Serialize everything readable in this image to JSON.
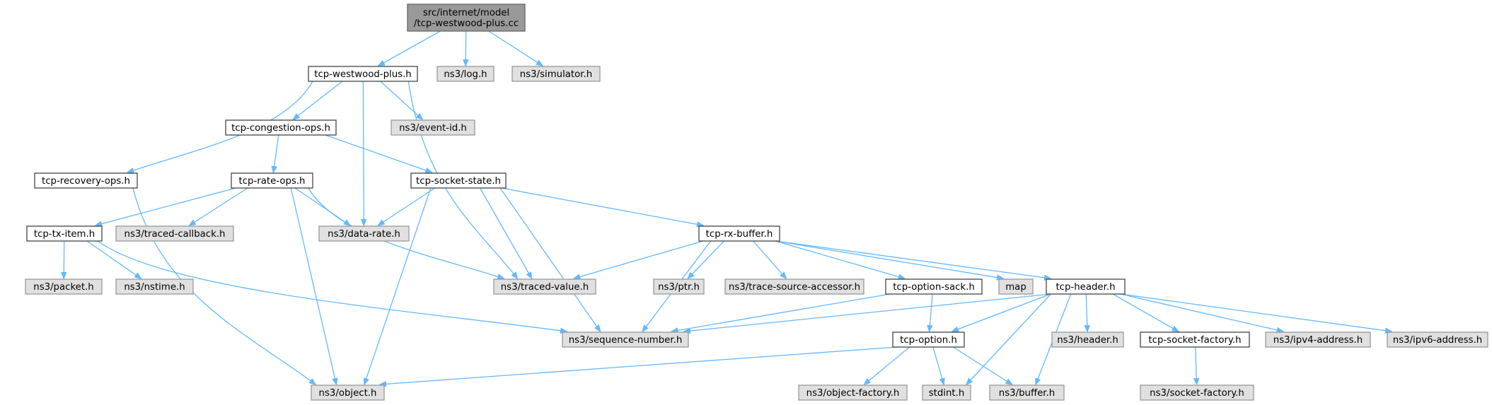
{
  "colors": {
    "edge": "#63b8ff",
    "root_fill": "#999999",
    "internal_fill": "#ffffff",
    "external_fill": "#e0e0e0"
  },
  "nodes": [
    {
      "id": "root",
      "kind": "root",
      "lines": [
        "src/internet/model",
        "/tcp-westwood-plus.cc"
      ]
    },
    {
      "id": "westwood",
      "kind": "internal",
      "lines": [
        "tcp-westwood-plus.h"
      ]
    },
    {
      "id": "log",
      "kind": "external",
      "lines": [
        "ns3/log.h"
      ]
    },
    {
      "id": "simulator",
      "kind": "external",
      "lines": [
        "ns3/simulator.h"
      ]
    },
    {
      "id": "congestion",
      "kind": "internal",
      "lines": [
        "tcp-congestion-ops.h"
      ]
    },
    {
      "id": "eventid",
      "kind": "external",
      "lines": [
        "ns3/event-id.h"
      ]
    },
    {
      "id": "recovery",
      "kind": "internal",
      "lines": [
        "tcp-recovery-ops.h"
      ]
    },
    {
      "id": "rateops",
      "kind": "internal",
      "lines": [
        "tcp-rate-ops.h"
      ]
    },
    {
      "id": "socketstate",
      "kind": "internal",
      "lines": [
        "tcp-socket-state.h"
      ]
    },
    {
      "id": "txitem",
      "kind": "internal",
      "lines": [
        "tcp-tx-item.h"
      ]
    },
    {
      "id": "tracedcallback",
      "kind": "external",
      "lines": [
        "ns3/traced-callback.h"
      ]
    },
    {
      "id": "datarate",
      "kind": "external",
      "lines": [
        "ns3/data-rate.h"
      ]
    },
    {
      "id": "rxbuffer",
      "kind": "internal",
      "lines": [
        "tcp-rx-buffer.h"
      ]
    },
    {
      "id": "packet",
      "kind": "external",
      "lines": [
        "ns3/packet.h"
      ]
    },
    {
      "id": "nstime",
      "kind": "external",
      "lines": [
        "ns3/nstime.h"
      ]
    },
    {
      "id": "tracedvalue",
      "kind": "external",
      "lines": [
        "ns3/traced-value.h"
      ]
    },
    {
      "id": "ptr",
      "kind": "external",
      "lines": [
        "ns3/ptr.h"
      ]
    },
    {
      "id": "tracesource",
      "kind": "external",
      "lines": [
        "ns3/trace-source-accessor.h"
      ]
    },
    {
      "id": "optsack",
      "kind": "internal",
      "lines": [
        "tcp-option-sack.h"
      ]
    },
    {
      "id": "map",
      "kind": "external",
      "lines": [
        "map"
      ]
    },
    {
      "id": "tcpheader",
      "kind": "internal",
      "lines": [
        "tcp-header.h"
      ]
    },
    {
      "id": "seqnum",
      "kind": "external",
      "lines": [
        "ns3/sequence-number.h"
      ]
    },
    {
      "id": "option",
      "kind": "internal",
      "lines": [
        "tcp-option.h"
      ]
    },
    {
      "id": "header",
      "kind": "external",
      "lines": [
        "ns3/header.h"
      ]
    },
    {
      "id": "socketfactory",
      "kind": "internal",
      "lines": [
        "tcp-socket-factory.h"
      ]
    },
    {
      "id": "ipv4",
      "kind": "external",
      "lines": [
        "ns3/ipv4-address.h"
      ]
    },
    {
      "id": "ipv6",
      "kind": "external",
      "lines": [
        "ns3/ipv6-address.h"
      ]
    },
    {
      "id": "ns3socketfactory",
      "kind": "external",
      "lines": [
        "ns3/socket-factory.h"
      ]
    },
    {
      "id": "object",
      "kind": "external",
      "lines": [
        "ns3/object.h"
      ]
    },
    {
      "id": "objectfactory",
      "kind": "external",
      "lines": [
        "ns3/object-factory.h"
      ]
    },
    {
      "id": "stdint",
      "kind": "external",
      "lines": [
        "stdint.h"
      ]
    },
    {
      "id": "buffer",
      "kind": "external",
      "lines": [
        "ns3/buffer.h"
      ]
    }
  ],
  "edges": [
    [
      "root",
      "westwood"
    ],
    [
      "root",
      "log"
    ],
    [
      "root",
      "simulator"
    ],
    [
      "westwood",
      "congestion"
    ],
    [
      "westwood",
      "eventid"
    ],
    [
      "westwood",
      "recovery"
    ],
    [
      "westwood",
      "datarate"
    ],
    [
      "westwood",
      "tracedvalue"
    ],
    [
      "congestion",
      "rateops"
    ],
    [
      "congestion",
      "socketstate"
    ],
    [
      "recovery",
      "object"
    ],
    [
      "rateops",
      "txitem"
    ],
    [
      "rateops",
      "tracedcallback"
    ],
    [
      "rateops",
      "datarate"
    ],
    [
      "rateops",
      "tracedvalue"
    ],
    [
      "rateops",
      "object"
    ],
    [
      "socketstate",
      "datarate"
    ],
    [
      "socketstate",
      "rxbuffer"
    ],
    [
      "socketstate",
      "tracedvalue"
    ],
    [
      "socketstate",
      "seqnum"
    ],
    [
      "socketstate",
      "object"
    ],
    [
      "txitem",
      "packet"
    ],
    [
      "txitem",
      "nstime"
    ],
    [
      "txitem",
      "seqnum"
    ],
    [
      "rxbuffer",
      "tracedvalue"
    ],
    [
      "rxbuffer",
      "ptr"
    ],
    [
      "rxbuffer",
      "tracesource"
    ],
    [
      "rxbuffer",
      "optsack"
    ],
    [
      "rxbuffer",
      "map"
    ],
    [
      "rxbuffer",
      "tcpheader"
    ],
    [
      "rxbuffer",
      "seqnum"
    ],
    [
      "optsack",
      "option"
    ],
    [
      "optsack",
      "seqnum"
    ],
    [
      "tcpheader",
      "seqnum"
    ],
    [
      "tcpheader",
      "option"
    ],
    [
      "tcpheader",
      "header"
    ],
    [
      "tcpheader",
      "socketfactory"
    ],
    [
      "tcpheader",
      "ipv4"
    ],
    [
      "tcpheader",
      "ipv6"
    ],
    [
      "tcpheader",
      "stdint"
    ],
    [
      "tcpheader",
      "buffer"
    ],
    [
      "option",
      "object"
    ],
    [
      "option",
      "objectfactory"
    ],
    [
      "option",
      "stdint"
    ],
    [
      "option",
      "buffer"
    ],
    [
      "socketfactory",
      "ns3socketfactory"
    ]
  ]
}
